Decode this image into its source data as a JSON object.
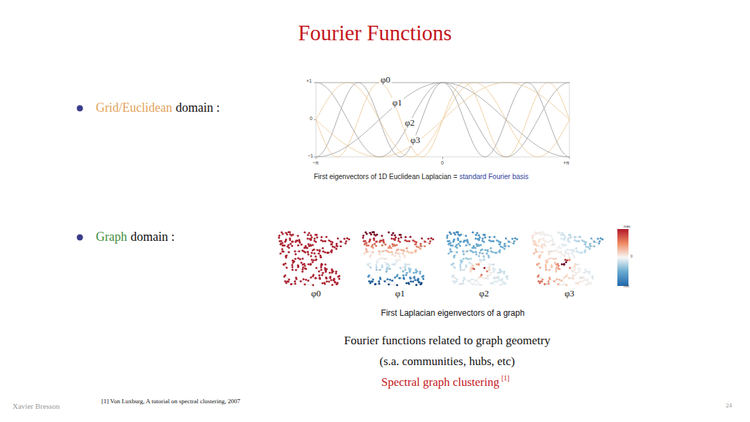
{
  "diagram": {
    "title": "Fourier Functions",
    "labels": [
      "Grid/Euclidean",
      "domain :",
      "+1",
      "0",
      "−1",
      "−π",
      "0",
      "+π",
      "φ0",
      "φ1",
      "φ2",
      "φ3",
      "First eigenvectors of 1D Euclidean Laplacian =",
      "standard Fourier basis",
      "Graph",
      "domain :",
      "max",
      "0",
      "min",
      "φ0",
      "φ1",
      "φ2",
      "φ3",
      "First Laplacian eigenvectors of a graph",
      "Fourier functions related to graph geometry",
      "(s.a. communities, hubs, etc)",
      "Spectral graph clustering",
      "[1]",
      "[1] Von Luxburg, A tutorial on spectral clustering, 2007",
      "Xavier Bresson",
      "24"
    ]
  }
}
